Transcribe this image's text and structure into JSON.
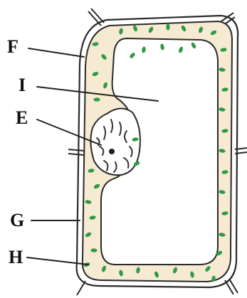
{
  "labels": {
    "F": "F",
    "I": "I",
    "E": "E",
    "G": "G",
    "H": "H"
  },
  "colors": {
    "cytoplasm": "#f6ead2",
    "chloroplast": "#2e9a45",
    "outline": "#2a2a2a",
    "vacuole": "#ffffff"
  }
}
